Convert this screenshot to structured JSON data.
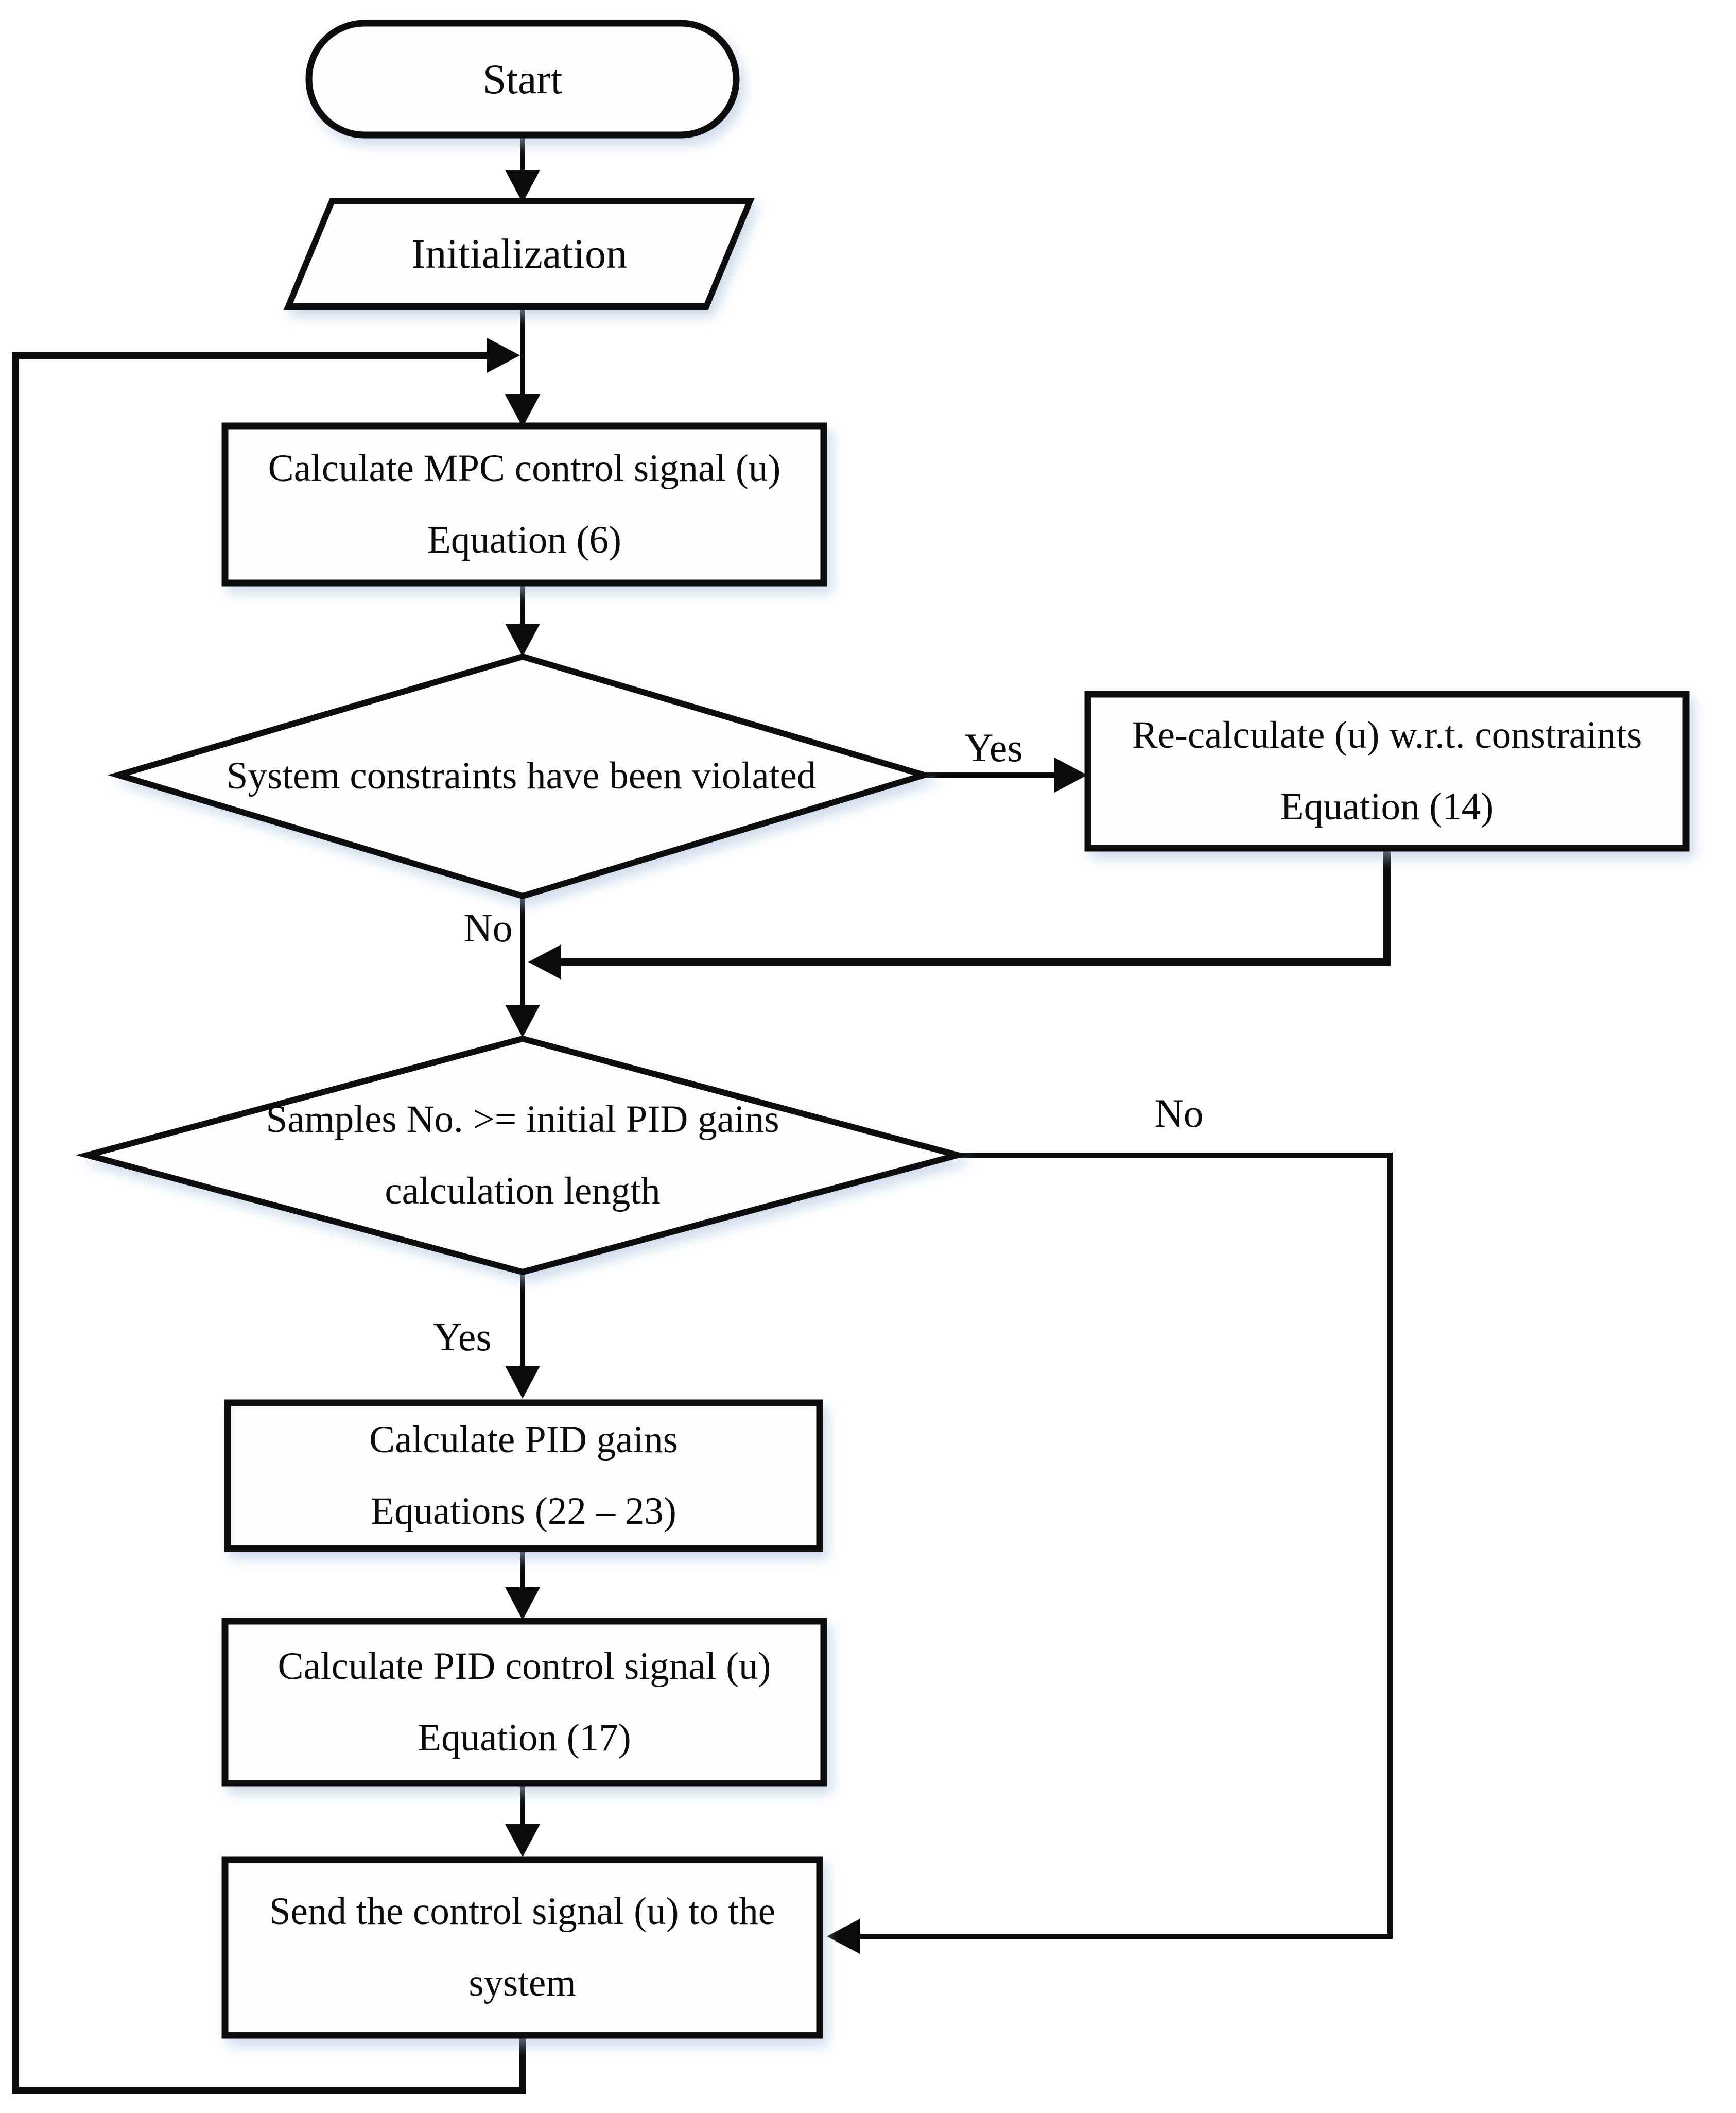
{
  "diagram": {
    "type": "flowchart",
    "colors": {
      "stroke": "#0b0b0b",
      "shape_fill": "#fdfdff",
      "shadow": "#a8bedd",
      "text": "#0b0b0b",
      "background": "#ffffff"
    },
    "nodes": {
      "start": {
        "shape": "stadium",
        "label": "Start"
      },
      "initialization": {
        "shape": "parallelogram",
        "label": "Initialization"
      },
      "calc_mpc": {
        "shape": "process",
        "line1": "Calculate MPC control signal (u)",
        "line2": "Equation (6)"
      },
      "constraints_check": {
        "shape": "decision",
        "label": "System constraints have been violated"
      },
      "recalculate": {
        "shape": "process",
        "line1": "Re-calculate (u) w.r.t. constraints",
        "line2": "Equation (14)"
      },
      "samples_check": {
        "shape": "decision",
        "line1": "Samples No. >= initial PID gains",
        "line2": "calculation length"
      },
      "calc_pid_gains": {
        "shape": "process",
        "line1": "Calculate PID gains",
        "line2": "Equations (22 – 23)"
      },
      "calc_pid_signal": {
        "shape": "process",
        "line1": "Calculate PID control signal (u)",
        "line2": "Equation (17)"
      },
      "send_signal": {
        "shape": "process",
        "line1": "Send the control signal (u) to the",
        "line2": "system"
      }
    },
    "edge_labels": {
      "constraints_yes": "Yes",
      "constraints_no": "No",
      "samples_no": "No",
      "samples_yes": "Yes"
    }
  }
}
